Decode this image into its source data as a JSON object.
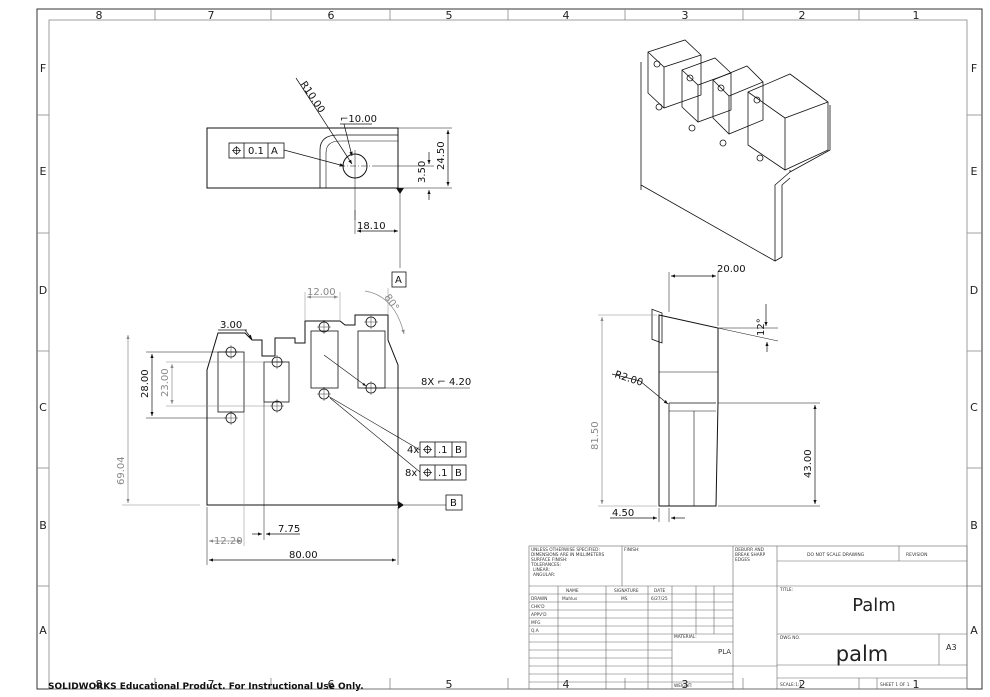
{
  "zones": {
    "cols": [
      "8",
      "7",
      "6",
      "5",
      "4",
      "3",
      "2",
      "1"
    ],
    "rows": [
      "F",
      "E",
      "D",
      "C",
      "B",
      "A"
    ]
  },
  "top_view": {
    "radius": "R10.00",
    "hole_dia": "⌐10.00",
    "fcf_tol": "0.1",
    "fcf_datum": "A",
    "dim_offset": "18.10",
    "dim_small_v": "3.50",
    "dim_height": "24.50",
    "datum_label": "A"
  },
  "front_view": {
    "slot_w": "12.00",
    "angle": "80°",
    "step": "3.00",
    "h1": "28.00",
    "h2": "23.00",
    "total_h": "69.04",
    "holes": "8X ⌐ 4.20",
    "fcf1_count": "4x",
    "fcf1_tol": ".1",
    "fcf1_datum": "B",
    "fcf2_count": "8x",
    "fcf2_tol": ".1",
    "fcf2_datum": "B",
    "datum_label": "B",
    "w1": "12.20",
    "w2": "7.75",
    "total_w": "80.00"
  },
  "side_view": {
    "top_w": "20.00",
    "angle": "12°",
    "radius": "R2.00",
    "total_h": "81.50",
    "lower_h": "43.00",
    "thick": "4.50"
  },
  "title_block": {
    "notes": [
      "UNLESS OTHERWISE SPECIFIED:",
      "DIMENSIONS ARE IN MILLIMETERS",
      "SURFACE FINISH:",
      "TOLERANCES:",
      "LINEAR:",
      "ANGULAR:"
    ],
    "finish_label": "FINISH:",
    "deburr": [
      "DEBURR AND",
      "BREAK SHARP",
      "EDGES"
    ],
    "do_not_scale": "DO NOT SCALE DRAWING",
    "revision_label": "REVISION",
    "headers": [
      "NAME",
      "SIGNATURE",
      "DATE"
    ],
    "row_labels": [
      "DRAWN",
      "CHK'D",
      "APPV'D",
      "MFG",
      "Q.A"
    ],
    "drawn_name": "Mahlus",
    "drawn_sig": "MS",
    "drawn_date": "6/27/25",
    "title_label": "TITLE:",
    "title": "Palm",
    "material_label": "MATERIAL:",
    "material": "PLA",
    "dwg_label": "DWG NO.",
    "dwg_no": "palm",
    "size": "A3",
    "weight_label": "WEIGHT:",
    "scale": "SCALE:1:1",
    "sheet": "SHEET 1 OF 1"
  },
  "footer": "SOLIDWORKS Educational Product. For Instructional Use Only."
}
